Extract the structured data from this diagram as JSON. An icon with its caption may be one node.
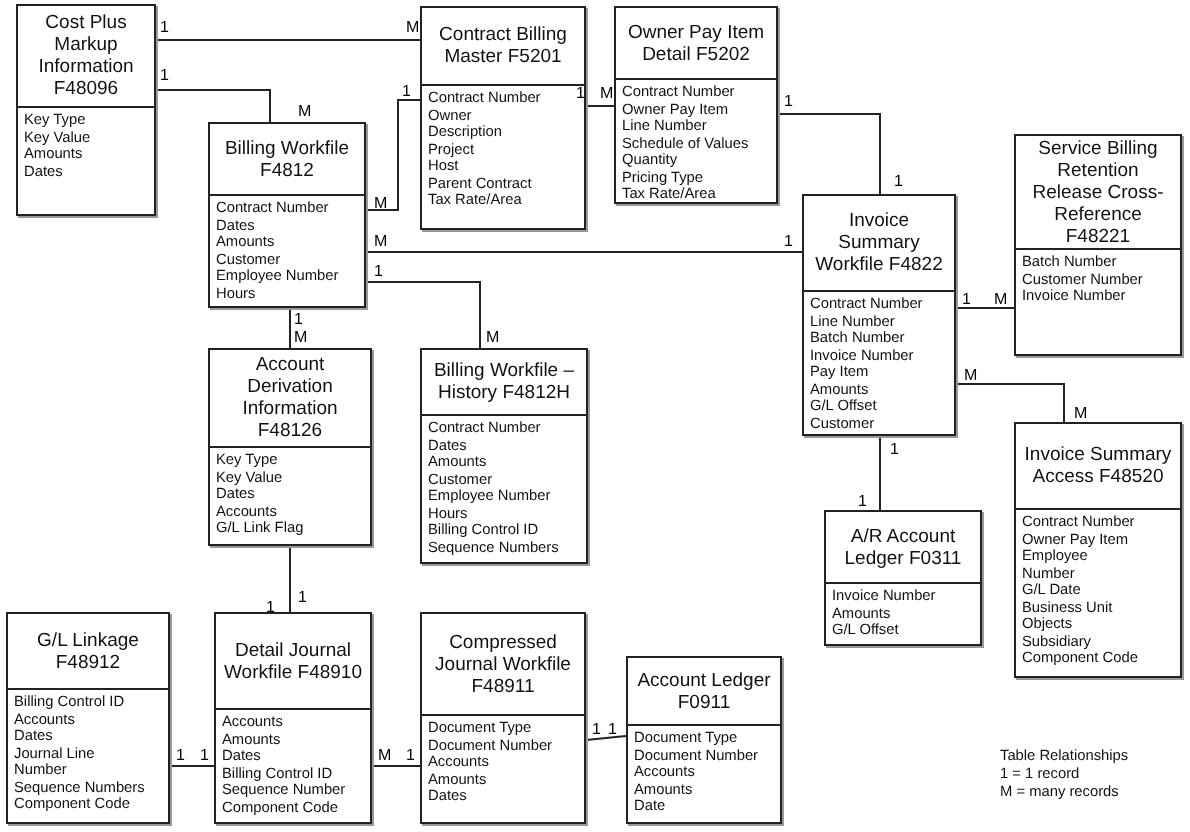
{
  "diagram": {
    "nodes": [
      {
        "text": [
          "Cost Plus Markup Information F48096",
          "Key Type",
          "Key Value",
          "Amounts",
          "Dates"
        ]
      },
      {
        "text": [
          "Contract Billing Master F5201",
          "Contract Number",
          "Owner",
          "Description",
          "Project",
          "Host",
          "Parent Contract",
          "Tax Rate/Area"
        ]
      },
      {
        "text": [
          "Owner Pay Item Detail F5202",
          "Contract Number",
          "Owner Pay Item",
          "Line Number",
          "Schedule of Values",
          "Quantity",
          "Pricing Type",
          "Tax Rate/Area"
        ]
      },
      {
        "text": [
          "Billing Workfile F4812",
          "Contract Number",
          "Dates",
          "Amounts",
          "Customer",
          "Employee Number",
          "Hours"
        ]
      },
      {
        "text": [
          "Service Billing Retention Release Cross-Reference F48221",
          "Batch Number",
          "Customer Number",
          "Invoice Number"
        ]
      },
      {
        "text": [
          "Invoice Summary Workfile F4822",
          "Contract Number",
          "Line Number",
          "Batch Number",
          "Invoice Number",
          "Pay Item",
          "Amounts",
          "G/L Offset",
          "Customer"
        ]
      },
      {
        "text": [
          "Account Derivation Information F48126",
          "Key Type",
          "Key Value",
          "Dates",
          "Accounts",
          "G/L Link Flag"
        ]
      },
      {
        "text": [
          "Billing Workfile – History F4812H",
          "Contract Number",
          "Dates",
          "Amounts",
          "Customer",
          "Employee Number",
          "Hours",
          "Billing Control ID",
          "Sequence Numbers"
        ]
      },
      {
        "text": [
          "Invoice Summary Access F48520",
          "Contract Number",
          "Owner Pay Item",
          "Employee Number",
          "G/L Date",
          "Business Unit Objects",
          "Subsidiary",
          "Component Code"
        ]
      },
      {
        "text": [
          "A/R Account Ledger F0311",
          "Invoice Number",
          "Amounts",
          "G/L Offset"
        ]
      },
      {
        "text": [
          "G/L Linkage F48912",
          "Billing Control ID",
          "Accounts",
          "Dates",
          "Journal Line Number",
          "Sequence Numbers",
          "Component Code"
        ]
      },
      {
        "text": [
          "Detail Journal Workfile F48910",
          "Accounts",
          "Amounts",
          "Dates",
          "Billing Control ID",
          "Sequence Number",
          "Component Code"
        ]
      },
      {
        "text": [
          "Compressed Journal Workfile F48911",
          "Document Type",
          "Document Number",
          "Accounts",
          "Amounts",
          "Dates"
        ]
      },
      {
        "text": [
          "Account Ledger F0911",
          "Document Type",
          "Document Number",
          "Accounts",
          "Amounts",
          "Date"
        ]
      }
    ],
    "edges": [
      {
        "from": 0,
        "to": 1,
        "arrow": "none"
      },
      {
        "from": 0,
        "to": 3,
        "arrow": "none"
      },
      {
        "from": 3,
        "to": 1,
        "arrow": "none"
      },
      {
        "from": 1,
        "to": 2,
        "arrow": "none"
      },
      {
        "from": 2,
        "to": 5,
        "arrow": "none"
      },
      {
        "from": 3,
        "to": 5,
        "arrow": "none"
      },
      {
        "from": 3,
        "to": 7,
        "arrow": "none"
      },
      {
        "from": 3,
        "to": 6,
        "arrow": "none"
      },
      {
        "from": 5,
        "to": 4,
        "arrow": "none"
      },
      {
        "from": 5,
        "to": 8,
        "arrow": "none"
      },
      {
        "from": 5,
        "to": 9,
        "arrow": "none"
      },
      {
        "from": 6,
        "to": 11,
        "arrow": "none"
      },
      {
        "from": 10,
        "to": 11,
        "arrow": "none"
      },
      {
        "from": 11,
        "to": 12,
        "arrow": "none"
      },
      {
        "from": 12,
        "to": 13,
        "arrow": "none"
      }
    ],
    "labels": [
      "1",
      "M",
      "1",
      "M",
      "M",
      "1",
      "1",
      "M",
      "1",
      "1",
      "M",
      "1",
      "1",
      "M",
      "1",
      "M",
      "1",
      "M",
      "M",
      "M",
      "1",
      "1",
      "1",
      "1",
      "1",
      "1",
      "M",
      "1",
      "1",
      "1",
      "Table Relationships",
      "1 = 1 record",
      "M = many records"
    ]
  }
}
